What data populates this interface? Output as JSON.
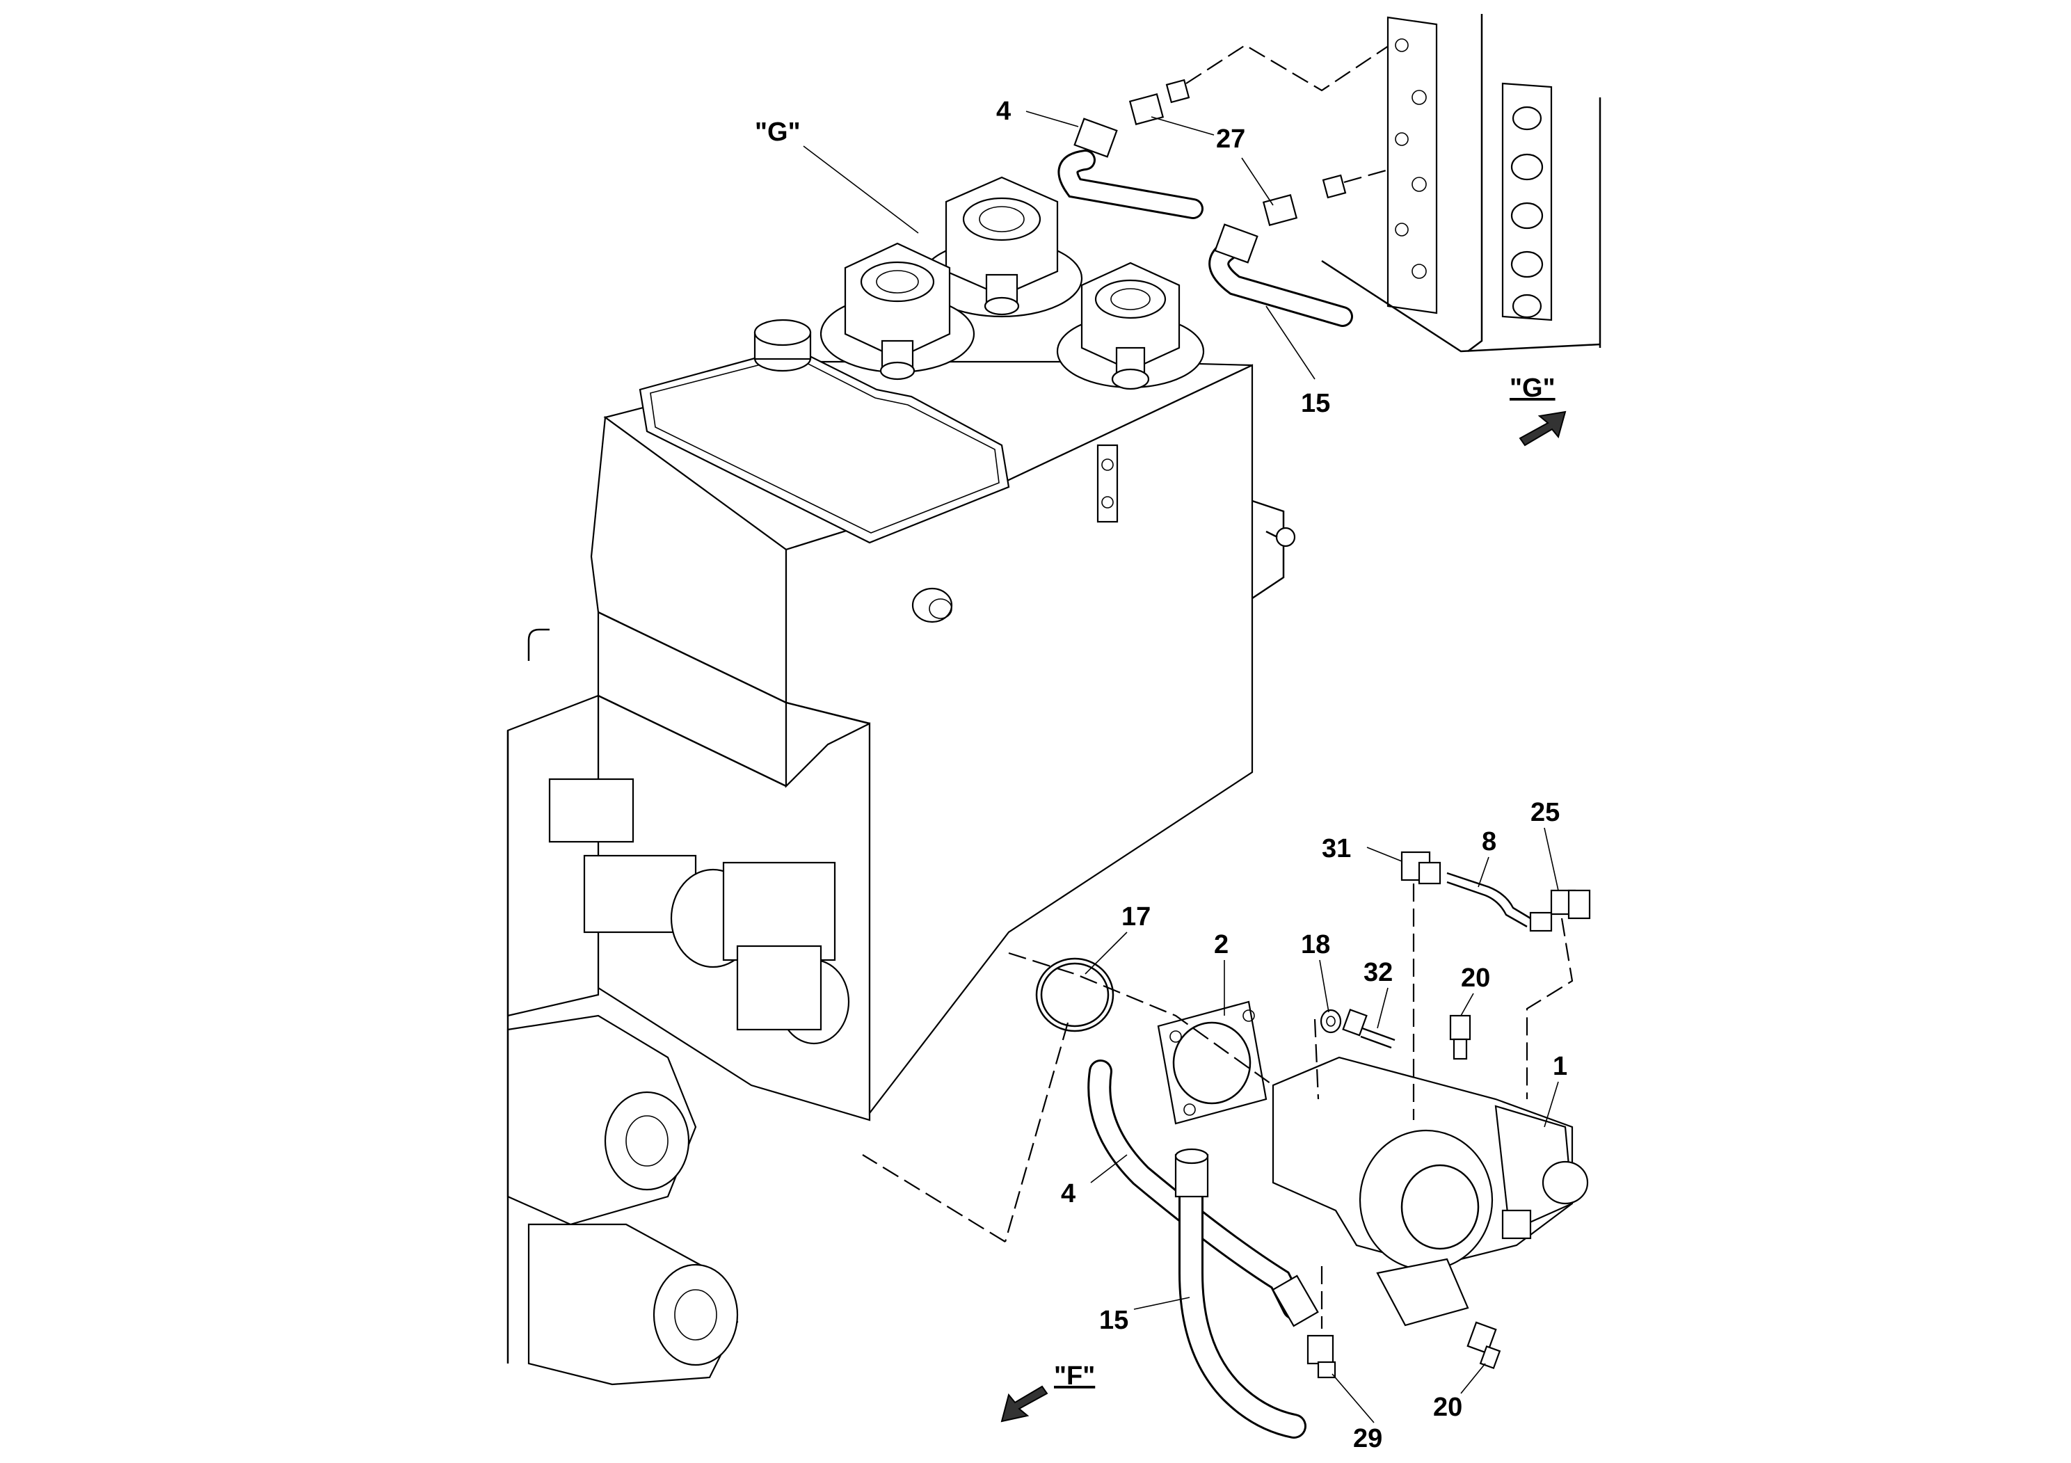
{
  "callouts": {
    "c4_top": "4",
    "c27_top": "27",
    "c27_mid": "27",
    "c15_top": "15",
    "cG_left": "\"G\"",
    "cG_right": "\"G\"",
    "c17": "17",
    "c2": "2",
    "c18": "18",
    "c32": "32",
    "c31": "31",
    "c8": "8",
    "c25": "25",
    "c20_top": "20",
    "c1": "1",
    "c4_bottom": "4",
    "c15_bottom": "15",
    "c29": "29",
    "c20_bottom": "20",
    "cF": "\"F\""
  },
  "view_arrows": {
    "g_arrow": "arrow-up-right",
    "f_arrow": "arrow-down-left"
  }
}
